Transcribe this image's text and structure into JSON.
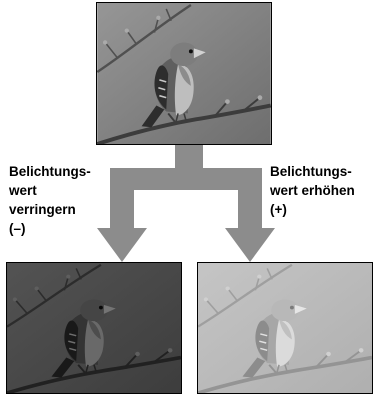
{
  "diagram": {
    "photos": [
      {
        "id": "top",
        "exposure": "normal",
        "brightness": 1.0
      },
      {
        "id": "left",
        "exposure": "darker",
        "brightness": 0.55
      },
      {
        "id": "right",
        "exposure": "brighter",
        "brightness": 1.5
      }
    ],
    "labels": {
      "left": [
        "Belichtungs-",
        "wert",
        "verringern",
        "(–)"
      ],
      "right": [
        "Belichtungs-",
        "wert erhöhen",
        "(+)"
      ]
    },
    "colors": {
      "arrow": "#8c8c8c",
      "frame": "#000000"
    }
  }
}
